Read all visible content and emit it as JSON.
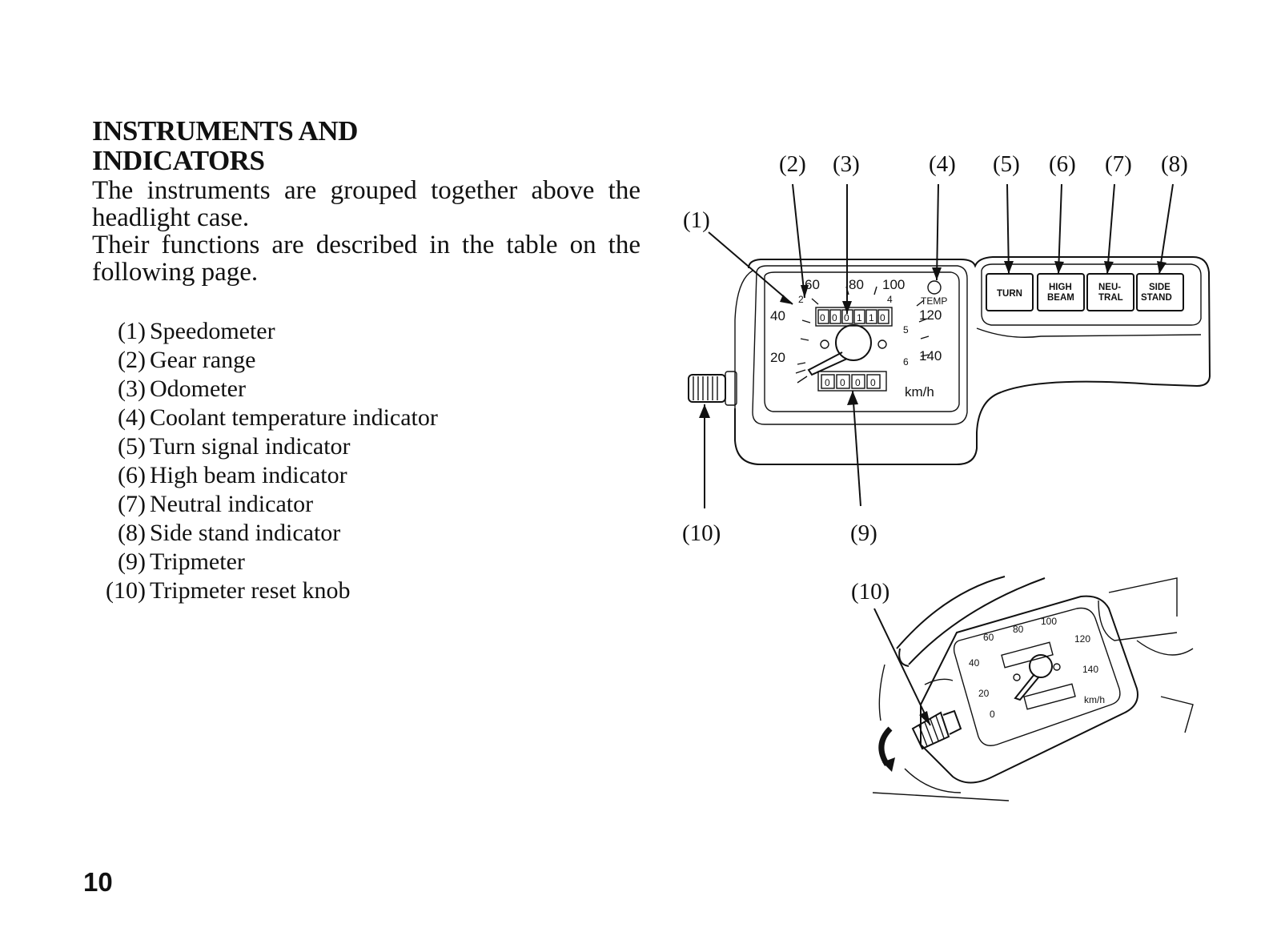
{
  "heading": {
    "line1": "INSTRUMENTS AND",
    "line2": "INDICATORS"
  },
  "intro": [
    "The instruments are grouped together above the headlight case.",
    "Their functions are described in the table on the following page."
  ],
  "parts": [
    {
      "num": "(1)",
      "label": "Speedometer"
    },
    {
      "num": "(2)",
      "label": "Gear range"
    },
    {
      "num": "(3)",
      "label": "Odometer"
    },
    {
      "num": "(4)",
      "label": "Coolant temperature indicator"
    },
    {
      "num": "(5)",
      "label": "Turn signal indicator"
    },
    {
      "num": "(6)",
      "label": "High beam indicator"
    },
    {
      "num": "(7)",
      "label": "Neutral indicator"
    },
    {
      "num": "(8)",
      "label": "Side stand indicator"
    },
    {
      "num": "(9)",
      "label": "Tripmeter"
    },
    {
      "num": "(10)",
      "label": "Tripmeter reset knob"
    }
  ],
  "figure1": {
    "callouts": [
      "(1)",
      "(2)",
      "(3)",
      "(4)",
      "(5)",
      "(6)",
      "(7)",
      "(8)",
      "(9)",
      "(10)"
    ],
    "speed_marks": [
      "20",
      "40",
      "60",
      "80",
      "100",
      "120",
      "140"
    ],
    "gear_marks": [
      "2",
      "4",
      "5",
      "6"
    ],
    "unit": "km/h",
    "temp_label": "TEMP",
    "odometer": [
      "0",
      "0",
      "0",
      "1",
      "1",
      "0"
    ],
    "tripmeter": [
      "0",
      "0",
      "0",
      "0"
    ],
    "indicators": [
      {
        "line1": "TURN",
        "line2": ""
      },
      {
        "line1": "HIGH",
        "line2": "BEAM"
      },
      {
        "line1": "NEU-",
        "line2": "TRAL"
      },
      {
        "line1": "SIDE",
        "line2": "STAND"
      }
    ]
  },
  "figure2": {
    "callout": "(10)",
    "speed_marks": [
      "0",
      "20",
      "40",
      "60",
      "80",
      "100",
      "120",
      "140"
    ],
    "unit": "km/h"
  },
  "page_number": "10"
}
